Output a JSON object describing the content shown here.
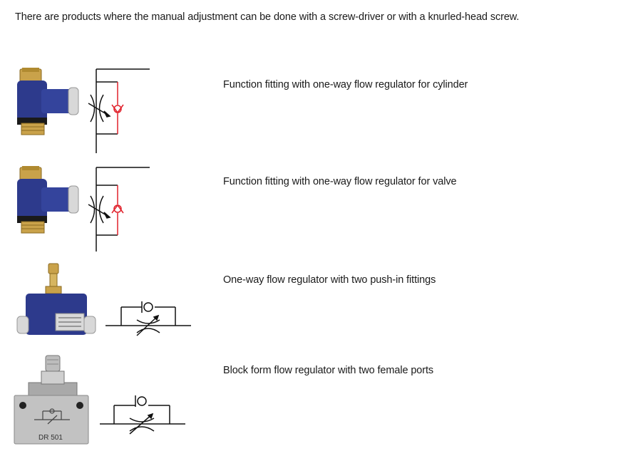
{
  "intro": "There are products where the manual adjustment can be done with a screw-driver or with a knurled-head screw.",
  "products": [
    {
      "label": "Function fitting with one-way flow regulator for cylinder",
      "icon": "function-fitting-photo"
    },
    {
      "label": "Function fitting with one-way flow regulator for valve",
      "icon": "function-fitting-photo"
    },
    {
      "label": "One-way flow regulator with two push-in fittings",
      "icon": "inline-flow-regulator-photo"
    },
    {
      "label": "Block form flow regulator with two female ports",
      "icon": "block-flow-regulator-photo",
      "model_marking": "DR 501"
    }
  ],
  "colors": {
    "body_blue": "#2d3a8c",
    "brass": "#c9a24a",
    "check_valve_red": "#e0202a",
    "aluminium": "#b5b5b5"
  }
}
